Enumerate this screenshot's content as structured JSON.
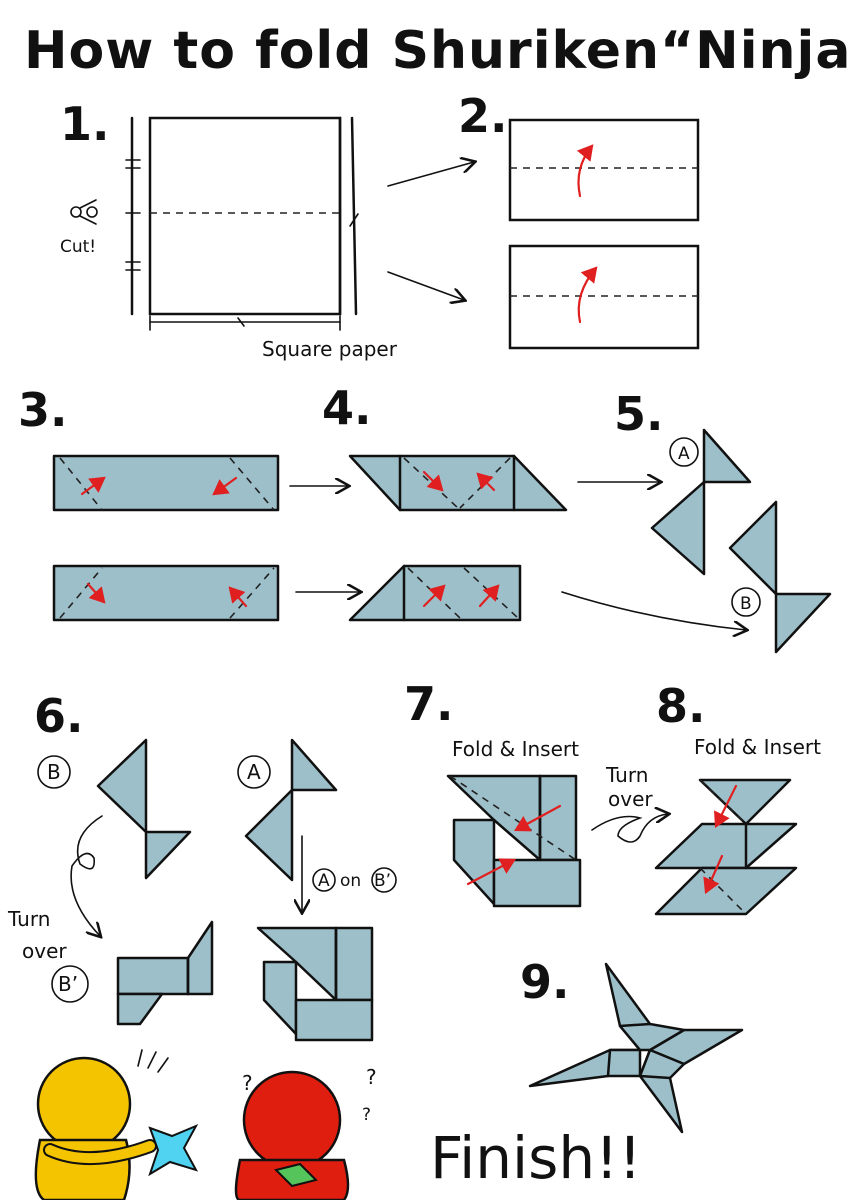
{
  "title": "How to fold Shuriken“Ninja-Star“",
  "steps": {
    "s1": {
      "num": "1.",
      "cut_label": "Cut!",
      "paper_label": "Square paper"
    },
    "s2": {
      "num": "2."
    },
    "s3": {
      "num": "3."
    },
    "s4": {
      "num": "4."
    },
    "s5": {
      "num": "5.",
      "piece_a": "A",
      "piece_b": "B"
    },
    "s6": {
      "num": "6.",
      "piece_b": "B",
      "piece_a": "A",
      "turn_over": [
        "Turn",
        "over"
      ],
      "piece_b_prime": "B’",
      "a_on": "A",
      "on_text": "on",
      "b_prime": "B’"
    },
    "s7": {
      "num": "7.",
      "instruction": "Fold & Insert"
    },
    "s8": {
      "num": "8.",
      "instruction": "Fold & Insert",
      "turn_over": [
        "Turn",
        "over"
      ]
    },
    "s9": {
      "num": "9.",
      "finish": "Finish!!"
    }
  },
  "colors": {
    "paper": "#9dbfc9",
    "arrow": "#e02020",
    "figure_left": "#f5c400",
    "figure_right": "#e01e10",
    "star_toy": "#4fd3f0"
  },
  "icons": [
    "scissors-icon",
    "arrow-icon",
    "fold-arrow-icon"
  ]
}
